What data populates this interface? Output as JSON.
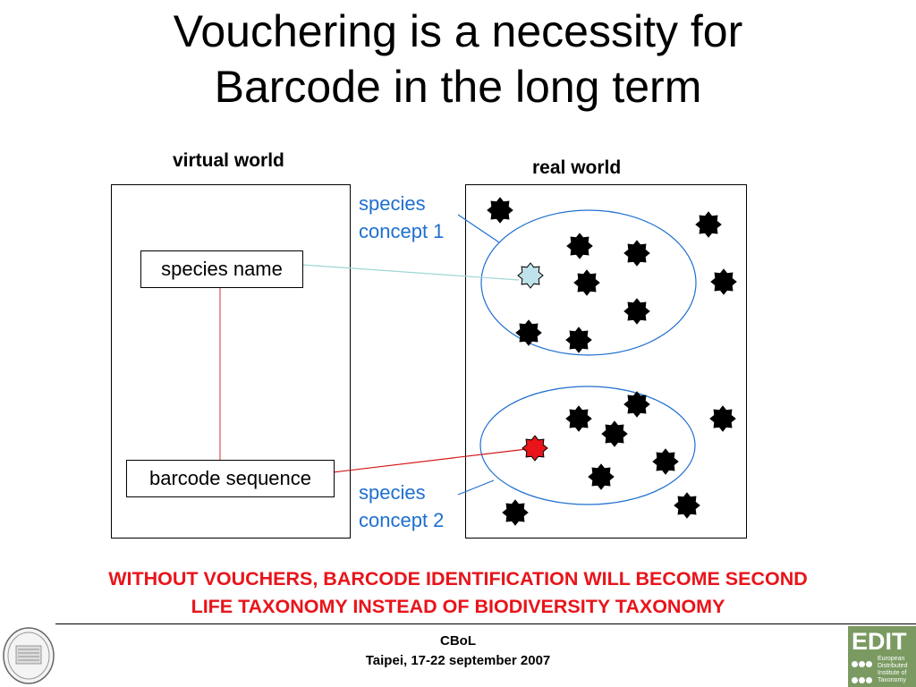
{
  "title": {
    "line1": "Vouchering is a necessity for",
    "line2": "Barcode in the long term"
  },
  "virtual_world": {
    "label": "virtual world",
    "species_name": "species name",
    "barcode_sequence": "barcode sequence"
  },
  "real_world": {
    "label": "real world",
    "concept1": {
      "line1": "species",
      "line2": "concept 1"
    },
    "concept2": {
      "line1": "species",
      "line2": "concept 2"
    }
  },
  "warning": {
    "line1": "WITHOUT VOUCHERS, BARCODE IDENTIFICATION WILL BECOME SECOND",
    "line2": "LIFE TAXONOMY INSTEAD OF BIODIVERSITY TAXONOMY"
  },
  "footer": {
    "org": "CBoL",
    "event": "Taipei, 17-22 september 2007"
  },
  "logos": {
    "edit_brand": "EDIT",
    "edit_sub": [
      "European",
      "Distributed",
      "Institute of",
      "Taxonomy"
    ]
  },
  "colors": {
    "concept_text": "#1e6fd0",
    "warning_text": "#e8141a",
    "specimen": "#000000",
    "highlight_specimen_1": "#bfe3ea",
    "highlight_specimen_2": "#e8141a",
    "ellipse_stroke": "#1e6fd0",
    "name_link": "#9fd6d6",
    "barcode_link": "#d41818"
  }
}
